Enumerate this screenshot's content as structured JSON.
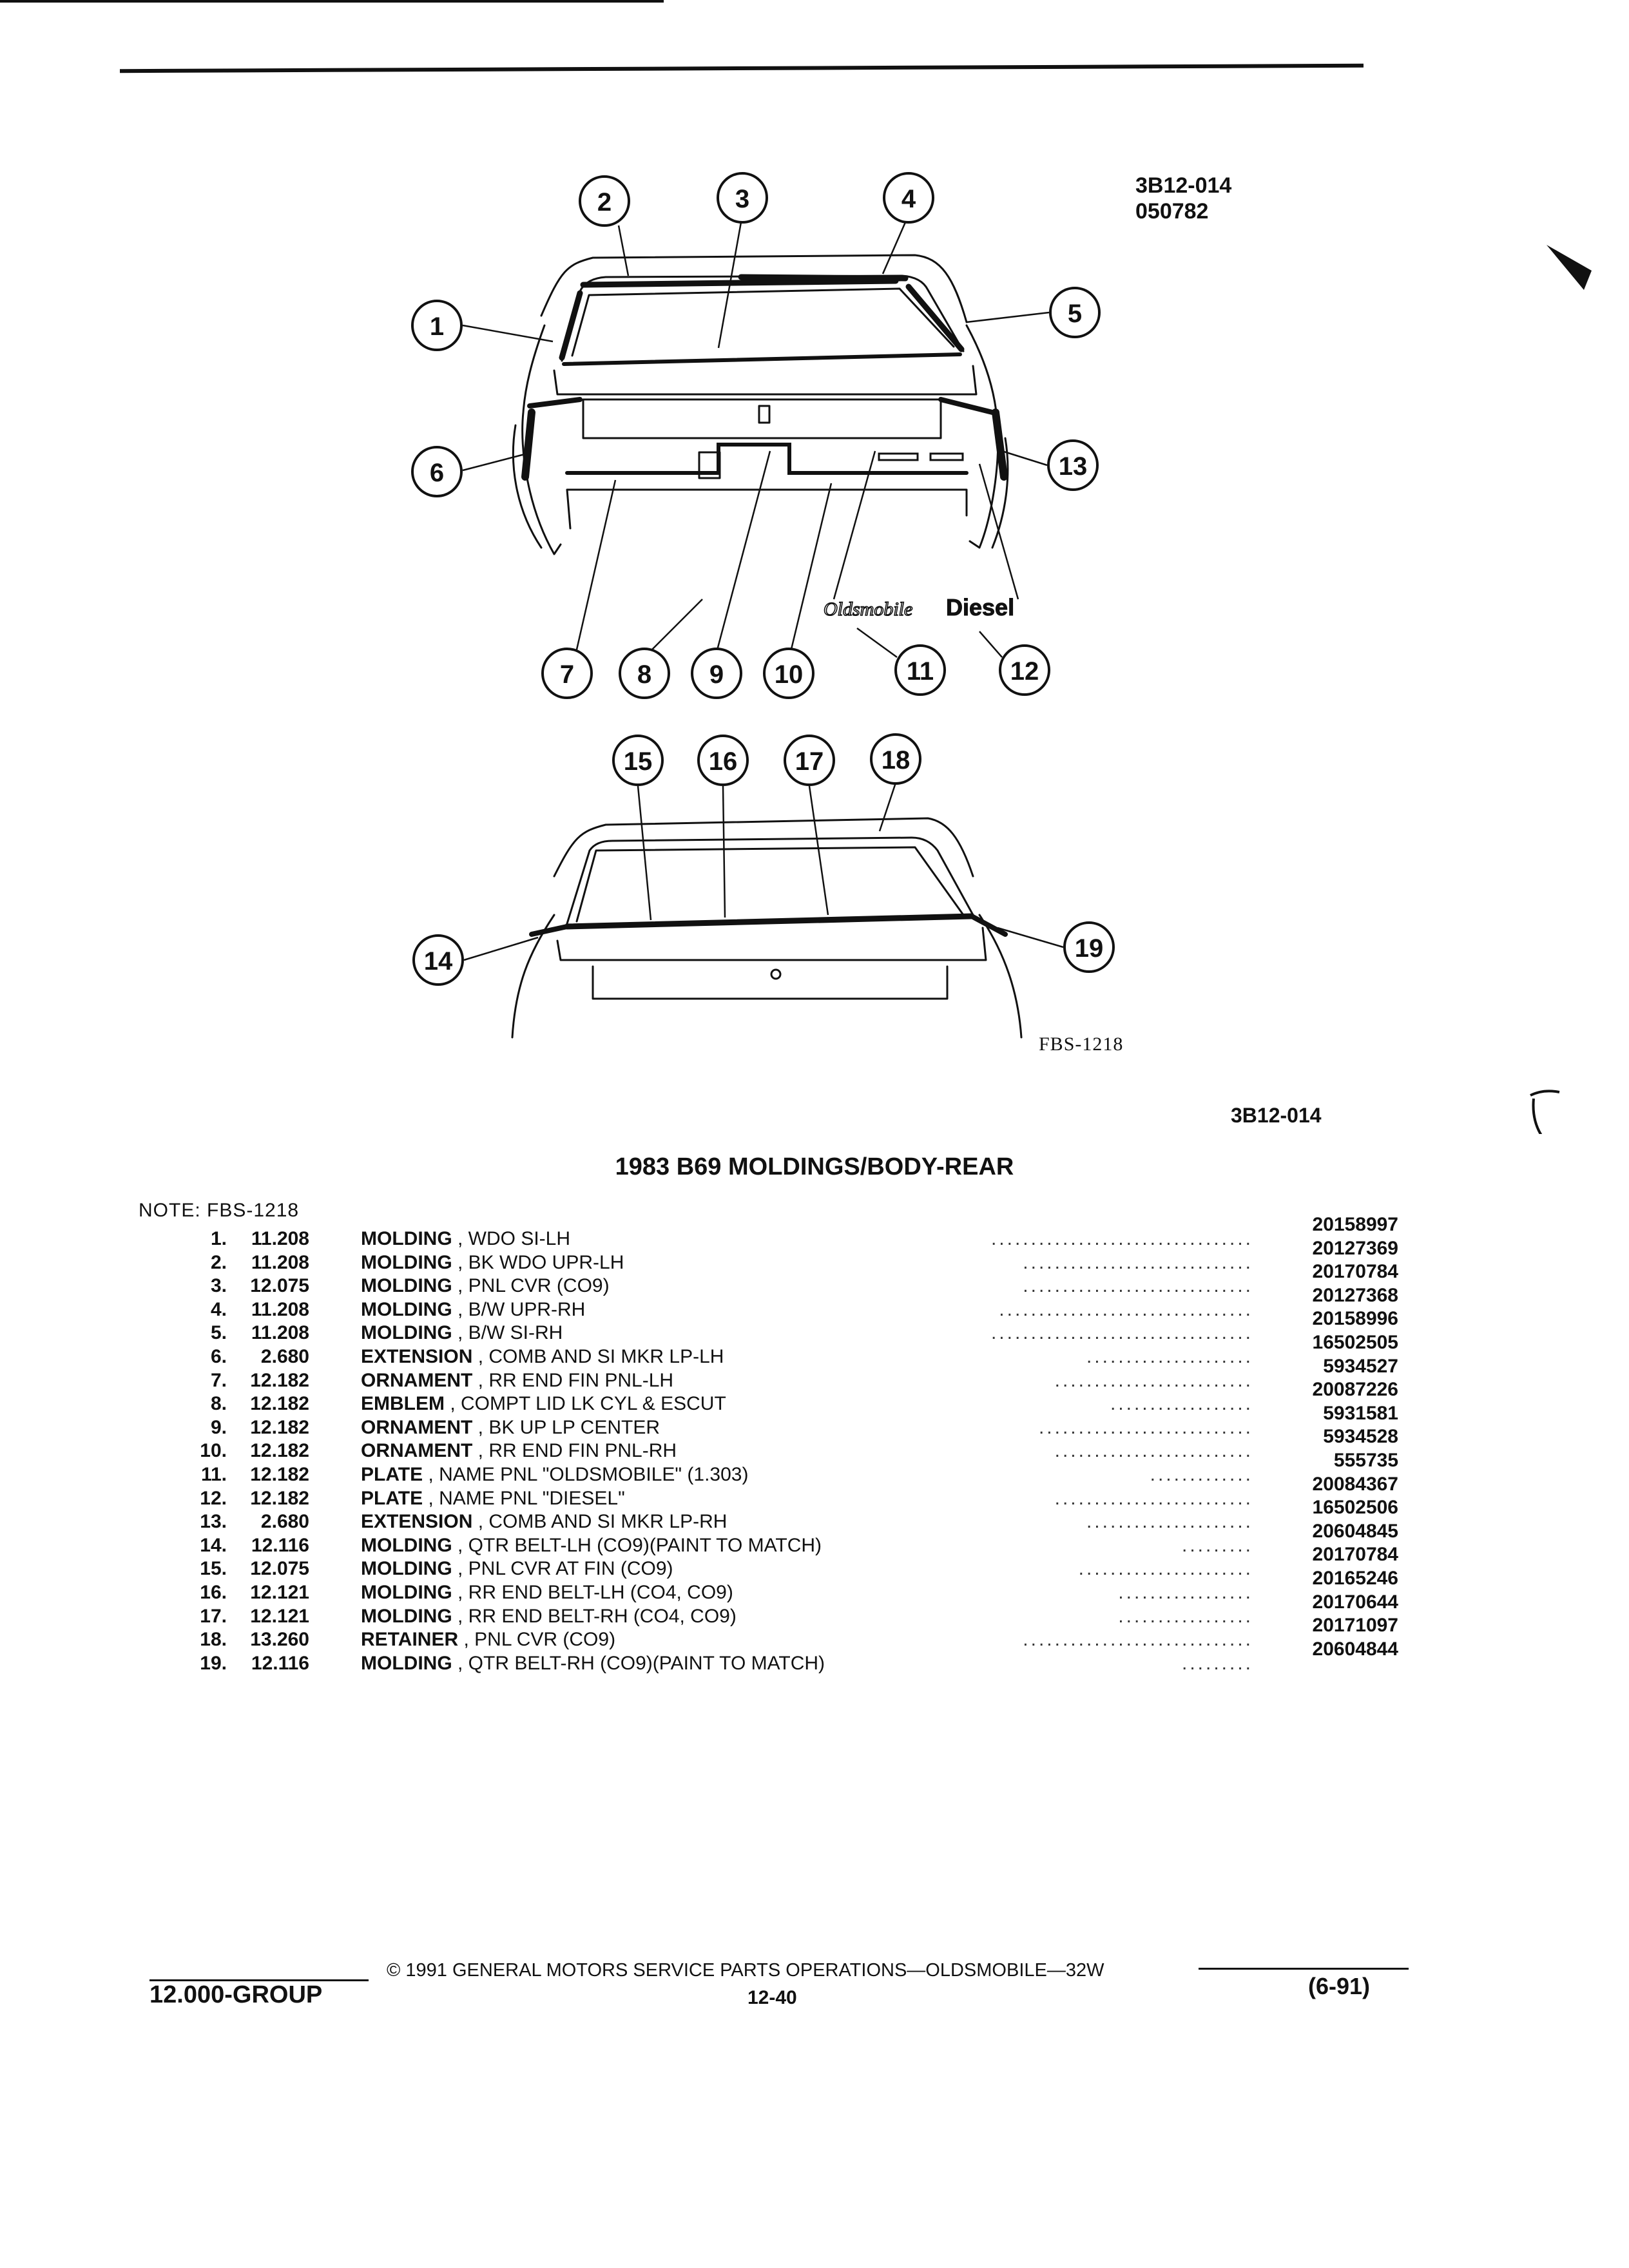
{
  "header": {
    "code": "3B12-014",
    "date_code": "050782"
  },
  "figure": {
    "upper_callouts": [
      "1",
      "2",
      "3",
      "4",
      "5",
      "6",
      "7",
      "8",
      "9",
      "10",
      "11",
      "12",
      "13"
    ],
    "lower_callouts": [
      "14",
      "15",
      "16",
      "17",
      "18",
      "19"
    ],
    "emblem_oldsmobile": "Oldsmobile",
    "emblem_diesel": "Diesel",
    "fig_label": "FBS-1218",
    "section_code": "3B12-014"
  },
  "title": "1983 B69 MOLDINGS/BODY-REAR",
  "note": "NOTE: FBS-1218",
  "parts": [
    {
      "num": "1.",
      "group": "11.208",
      "name": "MOLDING",
      "desc": ", WDO SI-LH",
      "pn": "20158997"
    },
    {
      "num": "2.",
      "group": "11.208",
      "name": "MOLDING",
      "desc": ", BK WDO UPR-LH",
      "pn": "20127369"
    },
    {
      "num": "3.",
      "group": "12.075",
      "name": "MOLDING",
      "desc": ", PNL CVR (CO9)",
      "pn": "20170784"
    },
    {
      "num": "4.",
      "group": "11.208",
      "name": "MOLDING",
      "desc": ", B/W UPR-RH",
      "pn": "20127368"
    },
    {
      "num": "5.",
      "group": "11.208",
      "name": "MOLDING",
      "desc": ", B/W SI-RH",
      "pn": "20158996"
    },
    {
      "num": "6.",
      "group": "2.680",
      "name": "EXTENSION",
      "desc": ", COMB AND SI MKR LP-LH",
      "pn": "16502505"
    },
    {
      "num": "7.",
      "group": "12.182",
      "name": "ORNAMENT",
      "desc": ", RR END FIN PNL-LH",
      "pn": "5934527"
    },
    {
      "num": "8.",
      "group": "12.182",
      "name": "EMBLEM",
      "desc": ", COMPT LID LK CYL & ESCUT",
      "pn": "20087226"
    },
    {
      "num": "9.",
      "group": "12.182",
      "name": "ORNAMENT",
      "desc": ", BK UP LP CENTER",
      "pn": "5931581"
    },
    {
      "num": "10.",
      "group": "12.182",
      "name": "ORNAMENT",
      "desc": ", RR END FIN PNL-RH",
      "pn": "5934528"
    },
    {
      "num": "11.",
      "group": "12.182",
      "name": "PLATE",
      "desc": ", NAME PNL \"OLDSMOBILE\" (1.303)",
      "pn": "555735"
    },
    {
      "num": "12.",
      "group": "12.182",
      "name": "PLATE",
      "desc": ", NAME PNL \"DIESEL\"",
      "pn": "20084367"
    },
    {
      "num": "13.",
      "group": "2.680",
      "name": "EXTENSION",
      "desc": ", COMB AND SI MKR LP-RH",
      "pn": "16502506"
    },
    {
      "num": "14.",
      "group": "12.116",
      "name": "MOLDING",
      "desc": ", QTR BELT-LH (CO9)(PAINT TO MATCH)",
      "pn": "20604845"
    },
    {
      "num": "15.",
      "group": "12.075",
      "name": "MOLDING",
      "desc": ", PNL CVR AT FIN (CO9)",
      "pn": "20170784"
    },
    {
      "num": "16.",
      "group": "12.121",
      "name": "MOLDING",
      "desc": ", RR END BELT-LH (CO4, CO9)",
      "pn": "20165246"
    },
    {
      "num": "17.",
      "group": "12.121",
      "name": "MOLDING",
      "desc": ", RR END BELT-RH (CO4, CO9)",
      "pn": "20170644"
    },
    {
      "num": "18.",
      "group": "13.260",
      "name": "RETAINER",
      "desc": ", PNL CVR (CO9)",
      "pn": "20171097"
    },
    {
      "num": "19.",
      "group": "12.116",
      "name": "MOLDING",
      "desc": ", QTR BELT-RH (CO9)(PAINT TO MATCH)",
      "pn": "20604844"
    }
  ],
  "footer": {
    "copyright": "© 1991 GENERAL MOTORS SERVICE PARTS OPERATIONS—OLDSMOBILE—32W",
    "page": "12-40",
    "group": "12.000-GROUP",
    "date": "(6-91)"
  }
}
